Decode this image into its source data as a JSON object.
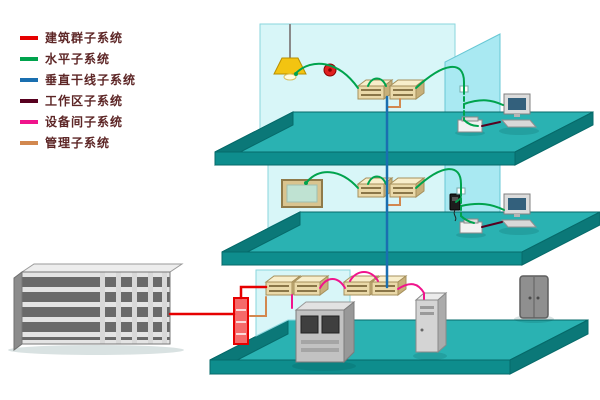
{
  "legend": {
    "items": [
      {
        "label": "建筑群子系统",
        "color": "#e60000"
      },
      {
        "label": "水平子系统",
        "color": "#00a34d"
      },
      {
        "label": "垂直干线子系统",
        "color": "#1a6fb0"
      },
      {
        "label": "工作区子系统",
        "color": "#57001f"
      },
      {
        "label": "设备间子系统",
        "color": "#f0148c"
      },
      {
        "label": "管理子系统",
        "color": "#d2884f"
      }
    ]
  },
  "palette": {
    "background": "#ffffff",
    "floor_top": "#2ab2b2",
    "floor_front": "#0e8d8d",
    "floor_side": "#0b7878",
    "wall": "#d8f6f8",
    "partition": "#a9e9f2",
    "panel": "#ead9a9",
    "building_gray": "#6a6a6a",
    "building_band": "#e4e4e4",
    "legend_text": "#5d2626"
  }
}
